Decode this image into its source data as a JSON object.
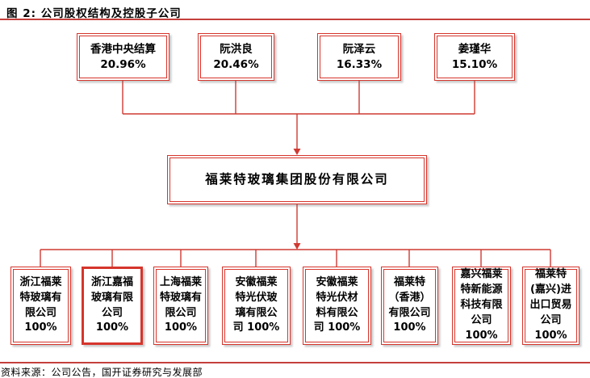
{
  "figure": {
    "title": "图 2: 公司股权结构及控股子公司",
    "source": "资料来源：公司公告，国开证券研究与发展部"
  },
  "colors": {
    "box_border": "#d6352c",
    "connector": "#cf3a32",
    "rule_line": "#c5403c",
    "text": "#000000"
  },
  "parent_company": {
    "name": "福莱特玻璃集团股份有限公司"
  },
  "shareholders": [
    {
      "name": "香港中央结算",
      "percent": "20.96%"
    },
    {
      "name": "阮洪良",
      "percent": "20.46%"
    },
    {
      "name": "阮泽云",
      "percent": "16.33%"
    },
    {
      "name": "姜瑾华",
      "percent": "15.10%"
    }
  ],
  "subsidiaries": [
    {
      "name": "浙江福莱特玻璃有限公司",
      "percent": "100%",
      "highlight": false,
      "lines": [
        "浙江福莱",
        "特玻璃有",
        "限公司",
        "100%"
      ]
    },
    {
      "name": "浙江嘉福玻璃有限公司",
      "percent": "100%",
      "highlight": true,
      "lines": [
        "浙江嘉福",
        "玻璃有限",
        "公司 100%"
      ]
    },
    {
      "name": "上海福莱特玻璃有限公司",
      "percent": "100%",
      "highlight": false,
      "lines": [
        "上海福莱",
        "特玻璃有",
        "限公司",
        "100%"
      ]
    },
    {
      "name": "安徽福莱特光伏玻璃有限公司",
      "percent": "100%",
      "highlight": false,
      "lines": [
        "安徽福莱",
        "特光伏玻",
        "璃有限公",
        "司 100%"
      ]
    },
    {
      "name": "安徽福莱特光伏材料有限公司",
      "percent": "100%",
      "highlight": false,
      "lines": [
        "安徽福莱",
        "特光伏材",
        "料有限公",
        "司 100%"
      ]
    },
    {
      "name": "福莱特（香港）有限公司",
      "percent": "100%",
      "highlight": false,
      "lines": [
        "福莱特",
        "（香港）",
        "有限公司",
        "100%"
      ]
    },
    {
      "name": "嘉兴福莱特新能源科技有限公司",
      "percent": "100%",
      "highlight": false,
      "lines": [
        "嘉兴福莱",
        "特新能源",
        "科技有限",
        "公司 100%"
      ]
    },
    {
      "name": "福莱特(嘉兴)进出口贸易公司",
      "percent": "100%",
      "highlight": false,
      "lines": [
        "福莱特",
        "(嘉兴)进",
        "出口贸易",
        "公司 100%"
      ]
    }
  ]
}
